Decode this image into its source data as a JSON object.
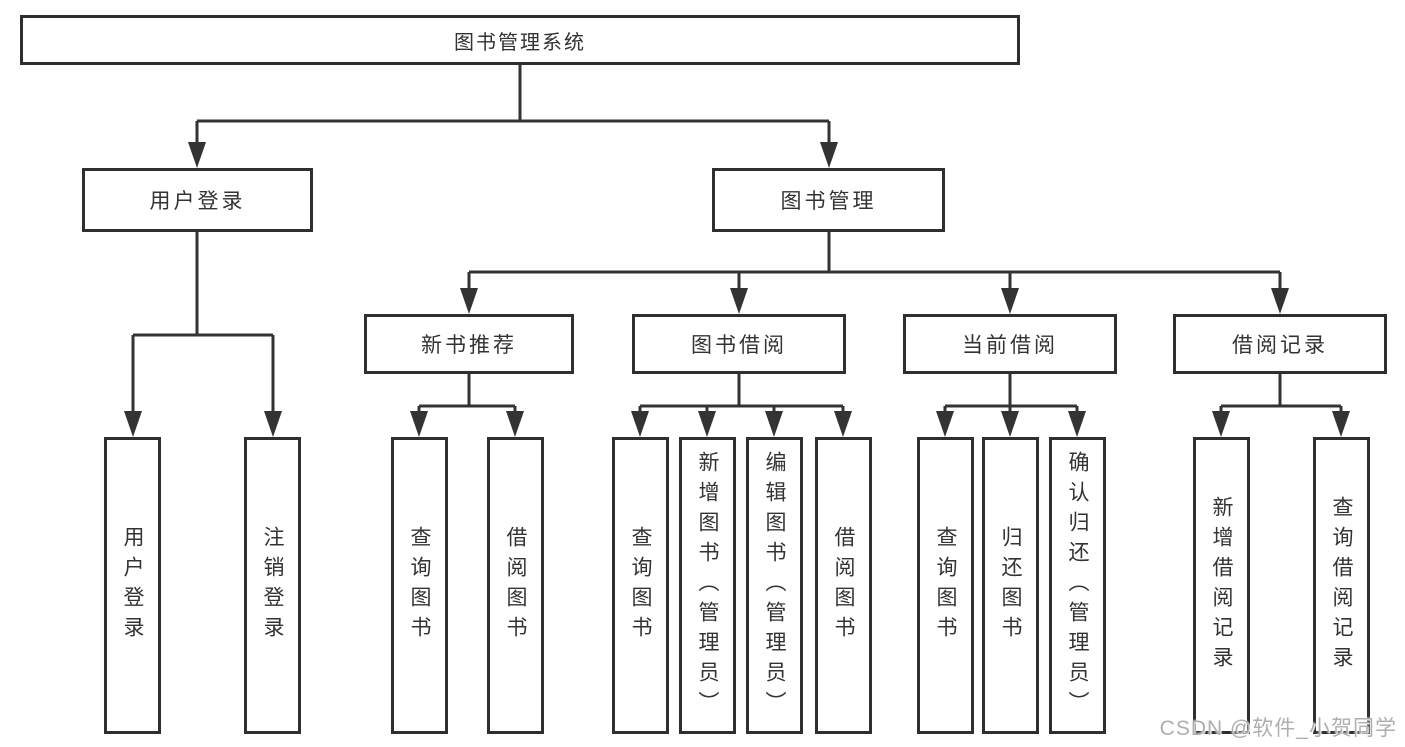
{
  "diagram": {
    "root_label": "图书管理系统",
    "level2": {
      "user_login": "用户登录",
      "book_management": "图书管理"
    },
    "level3": {
      "new_book_recommend": "新书推荐",
      "book_borrow": "图书借阅",
      "current_borrow": "当前借阅",
      "borrow_records": "借阅记录"
    },
    "leaves": {
      "user_login": [
        "用户登录",
        "注销登录"
      ],
      "new_book_recommend": [
        "查询图书",
        "借阅图书"
      ],
      "book_borrow": [
        "查询图书",
        "新增图书（管理员）",
        "编辑图书（管理员）",
        "借阅图书"
      ],
      "current_borrow": [
        "查询图书",
        "归还图书",
        "确认归还（管理员）"
      ],
      "borrow_records": [
        "新增借阅记录",
        "查询借阅记录"
      ]
    }
  },
  "watermark": "CSDN @软件_小贺同学",
  "colors": {
    "line": "#333333",
    "box_border": "#2f2f2f",
    "text": "#333333",
    "background": "#ffffff",
    "watermark": "#aeaeae"
  }
}
